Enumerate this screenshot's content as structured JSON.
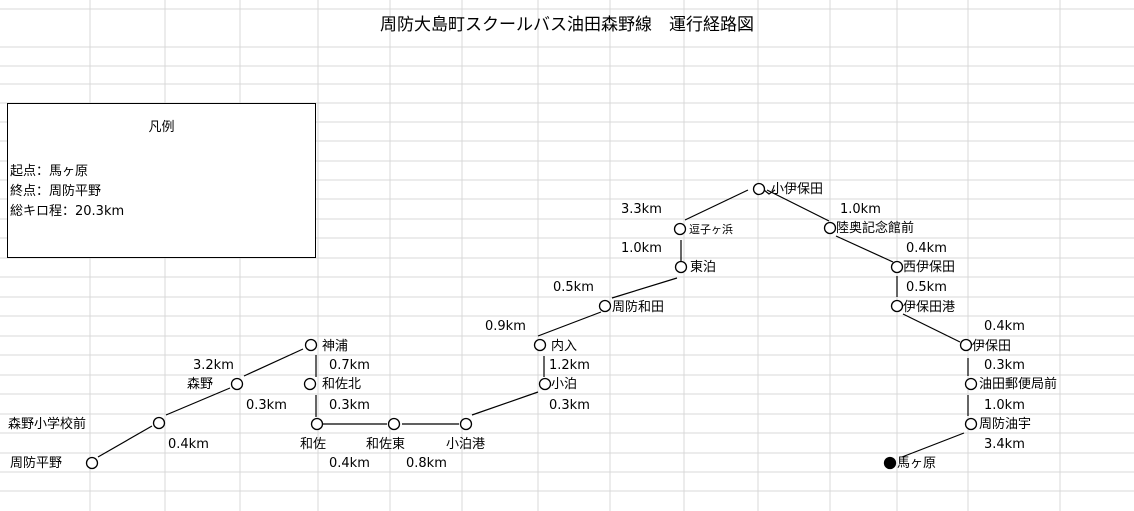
{
  "title": "周防大島町スクールバス油田森野線　運行経路図",
  "legend": {
    "title": "凡例",
    "start": "起点：馬ヶ原",
    "end": "終点：周防平野",
    "total": "総キロ程：20.3km"
  },
  "stops": {
    "suo_hirano": "周防平野",
    "morino_shogakko": "森野小学校前",
    "morino": "森野",
    "kamiura": "神浦",
    "wasa_kita": "和佐北",
    "wasa": "和佐",
    "wasa_higashi": "和佐東",
    "kodomari_ko": "小泊港",
    "kodomari": "小泊",
    "uchiiri": "内入",
    "suo_wada": "周防和田",
    "higashidomari": "東泊",
    "zushigahama": "逗子ヶ浜",
    "koihota": "小伊保田",
    "rikuoku": "陸奥記念館前",
    "nishi_ihota": "西伊保田",
    "ihota_ko": "伊保田港",
    "ihota": "伊保田",
    "yuda_post": "油田郵便局前",
    "suo_yuu": "周防油宇",
    "magahara": "馬ヶ原"
  },
  "distances": {
    "hirano_morinosho": "0.4km",
    "morinosho_morino": "0.3km",
    "morino_kamiura": "3.2km",
    "kamiura_wasakita": "0.7km",
    "wasakita_wasa": "0.3km",
    "wasa_wasahigashi": "0.4km",
    "wasahigashi_kodomariko": "0.8km",
    "kodomariko_kodomari": "0.3km",
    "kodomari_uchiiri": "1.2km",
    "uchiiri_wada": "0.9km",
    "wada_higashidomari": "0.5km",
    "higashidomari_zushi": "1.0km",
    "zushi_koihota": "3.3km",
    "koihota_rikuoku": "1.0km",
    "rikuoku_nishiihota": "0.4km",
    "nishiihota_ihotako": "0.5km",
    "ihotako_ihota": "0.4km",
    "ihota_yuda": "0.3km",
    "yuda_yuu": "1.0km",
    "yuu_magahara": "3.4km"
  },
  "colors": {
    "grid": "#d9d9d9",
    "line": "#000000"
  }
}
